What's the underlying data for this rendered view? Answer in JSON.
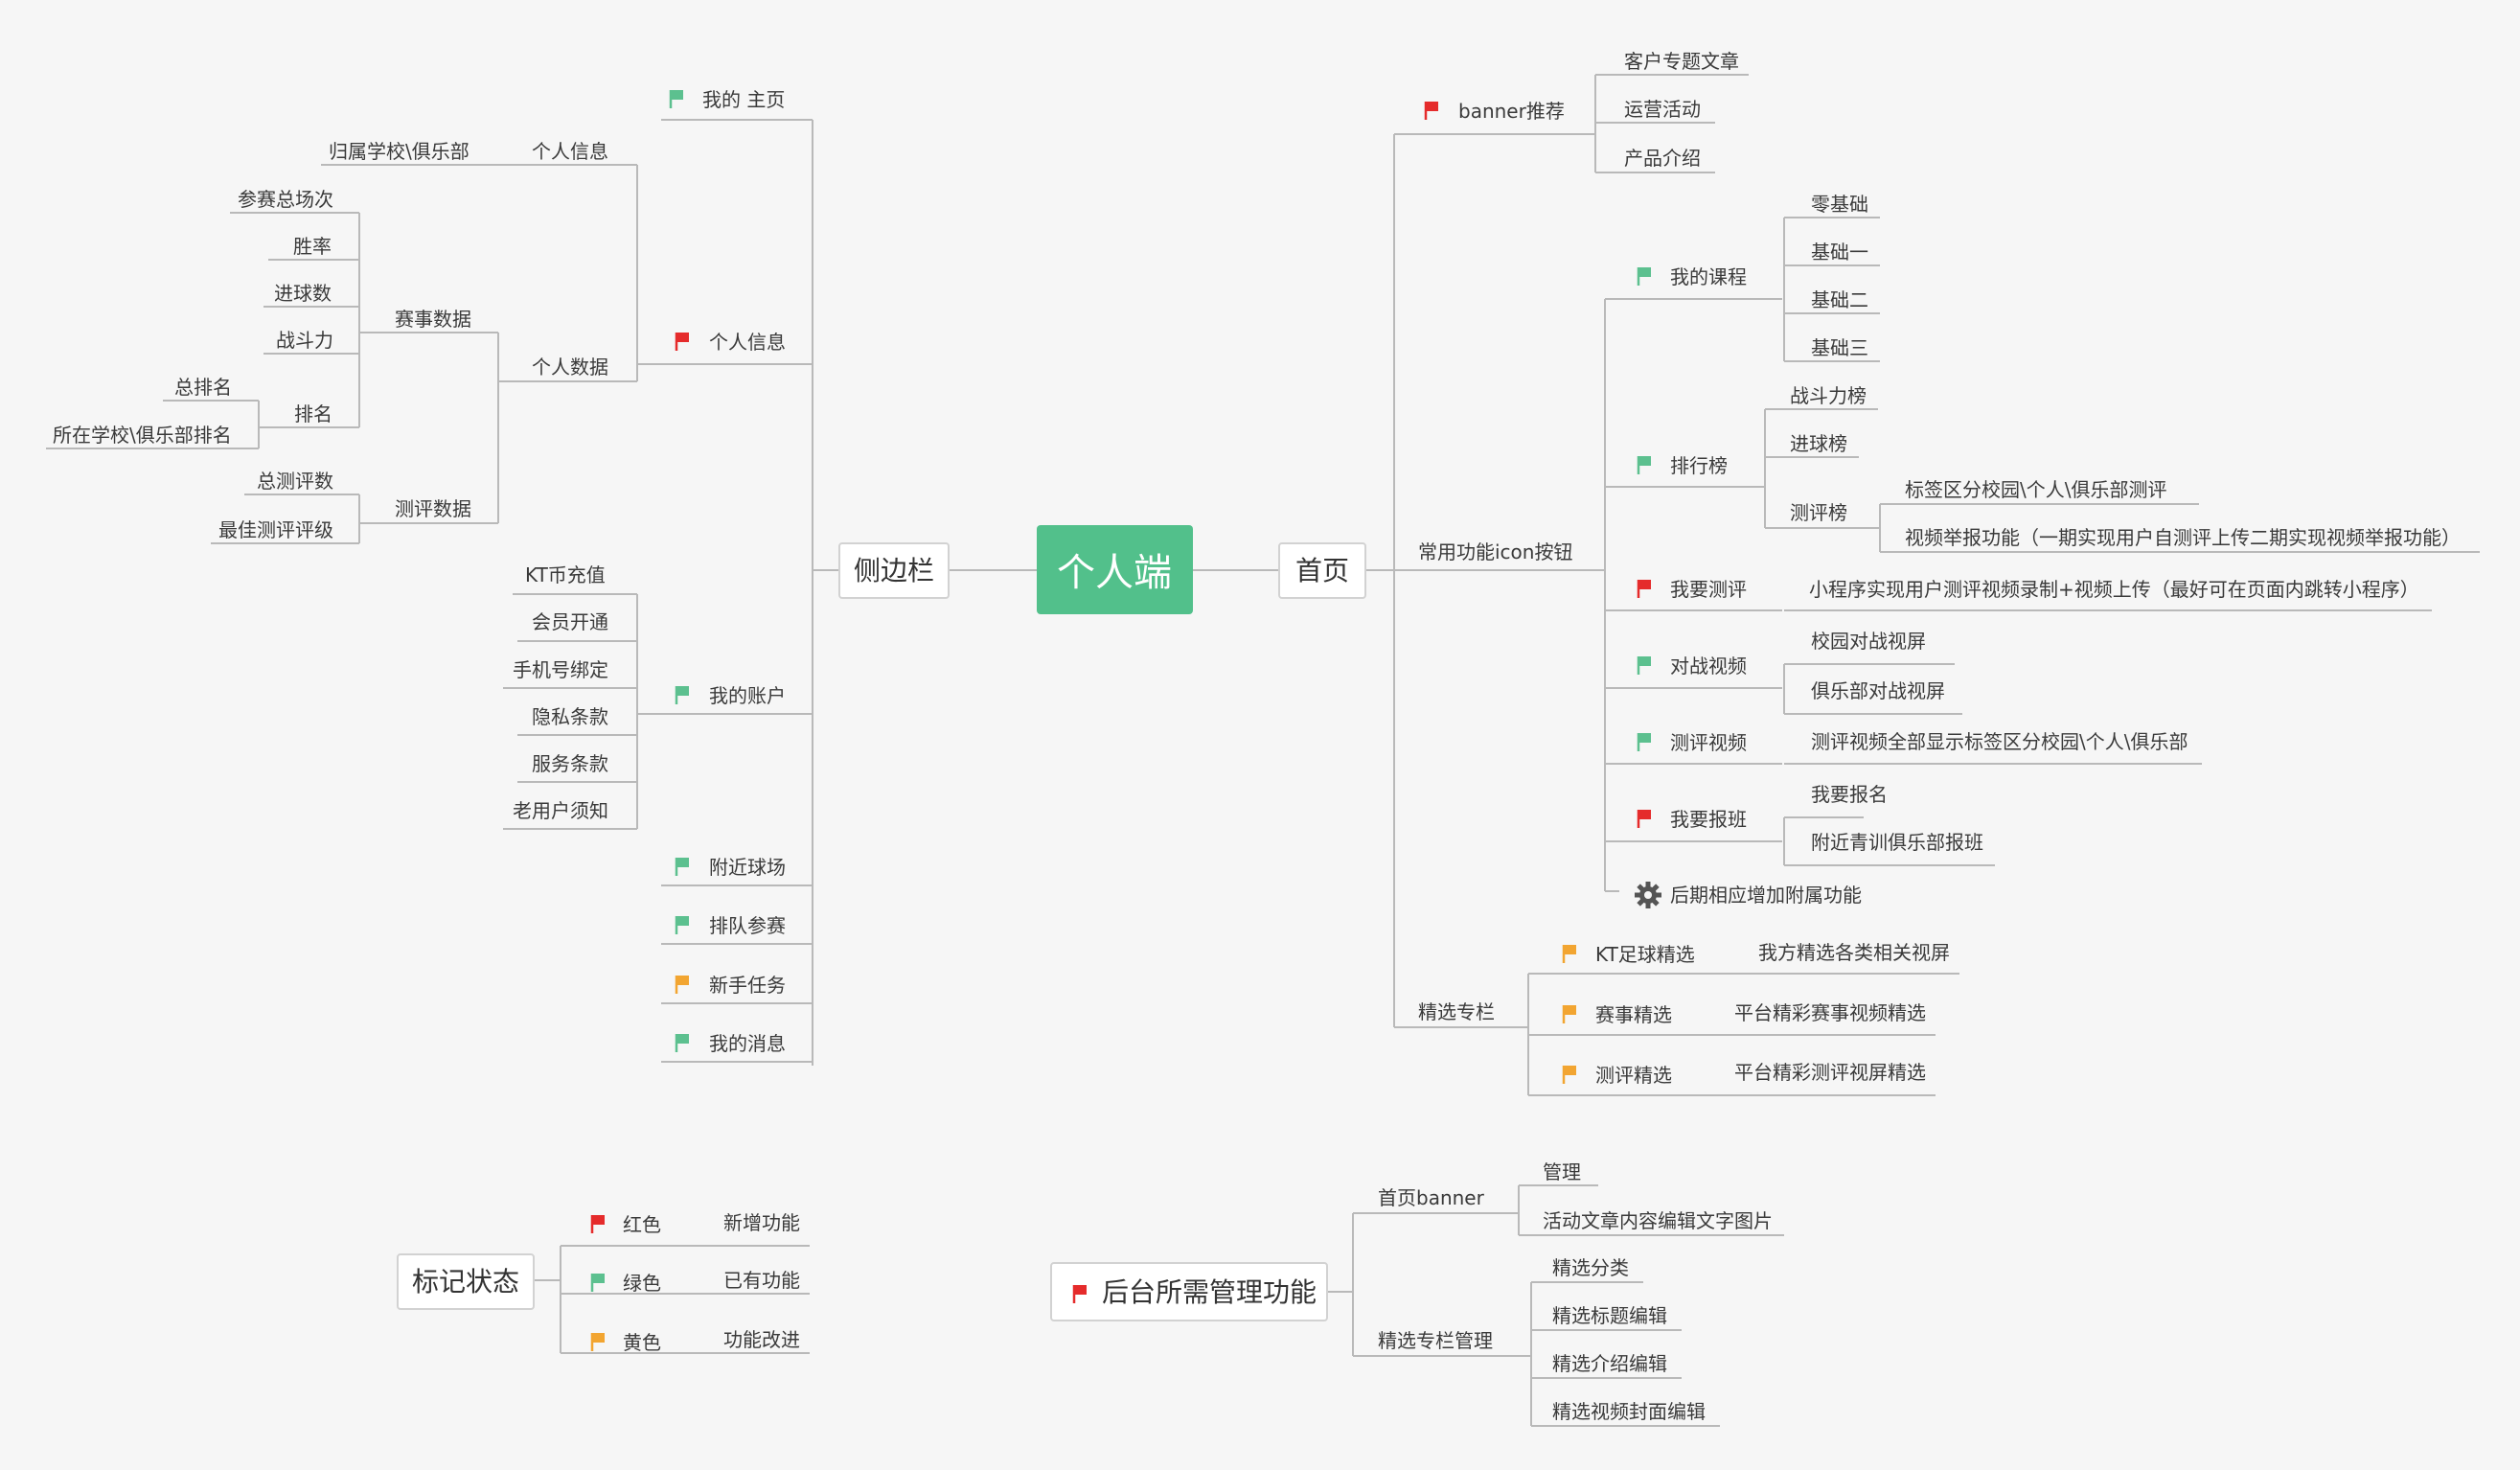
{
  "colors": {
    "background": "#f6f6f6",
    "line": "#b9b9b9",
    "center": "#52c08b",
    "red": "#e52b2b",
    "green": "#5cc08f",
    "yellow": "#f2a531",
    "gear": "#555555"
  },
  "center": {
    "label": "个人端"
  },
  "sidebar": {
    "label": "侧边栏",
    "my_home": {
      "label": "我的 主页",
      "flag": "green"
    },
    "personal_info": {
      "label": "个人信息",
      "flag": "red",
      "info": {
        "label": "个人信息",
        "school": "归属学校\\俱乐部"
      },
      "data": {
        "label": "个人数据",
        "match": {
          "label": "赛事数据",
          "items": [
            "参赛总场次",
            "胜率",
            "进球数",
            "战斗力"
          ],
          "rank": {
            "label": "排名",
            "items": [
              "总排名",
              "所在学校\\俱乐部排名"
            ]
          }
        },
        "eval": {
          "label": "测评数据",
          "items": [
            "总测评数",
            "最佳测评评级"
          ]
        }
      }
    },
    "account": {
      "label": "我的账户",
      "flag": "green",
      "items": [
        "KT币充值",
        "会员开通",
        "手机号绑定",
        "隐私条款",
        "服务条款",
        "老用户须知"
      ]
    },
    "nearby": {
      "label": "附近球场",
      "flag": "green"
    },
    "queue": {
      "label": "排队参赛",
      "flag": "green"
    },
    "newbie": {
      "label": "新手任务",
      "flag": "yellow"
    },
    "messages": {
      "label": "我的消息",
      "flag": "green"
    }
  },
  "home": {
    "label": "首页",
    "banner": {
      "label": "banner推荐",
      "flag": "red",
      "items": [
        "客户专题文章",
        "运营活动",
        "产品介绍"
      ]
    },
    "icons": {
      "label": "常用功能icon按钮",
      "courses": {
        "label": "我的课程",
        "flag": "green",
        "items": [
          "零基础",
          "基础一",
          "基础二",
          "基础三"
        ]
      },
      "ranking": {
        "label": "排行榜",
        "flag": "green",
        "items": [
          "战斗力榜",
          "进球榜"
        ],
        "eval": {
          "label": "测评榜",
          "items": [
            "标签区分校园\\个人\\俱乐部测评",
            "视频举报功能（一期实现用户自测评上传二期实现视频举报功能）"
          ]
        }
      },
      "my_eval": {
        "label": "我要测评",
        "flag": "red",
        "detail": "小程序实现用户测评视频录制+视频上传（最好可在页面内跳转小程序）"
      },
      "battle_video": {
        "label": "对战视频",
        "flag": "green",
        "items": [
          "校园对战视屏",
          "俱乐部对战视屏"
        ]
      },
      "eval_video": {
        "label": "测评视频",
        "flag": "green",
        "detail": "测评视频全部显示标签区分校园\\个人\\俱乐部"
      },
      "enroll": {
        "label": "我要报班",
        "flag": "red",
        "items": [
          "我要报名",
          "附近青训俱乐部报班"
        ]
      },
      "future": {
        "label": "后期相应增加附属功能",
        "icon": "gear-icon"
      }
    },
    "featured": {
      "label": "精选专栏",
      "items": [
        {
          "label": "KT足球精选",
          "flag": "yellow",
          "detail": "我方精选各类相关视屏"
        },
        {
          "label": "赛事精选",
          "flag": "yellow",
          "detail": "平台精彩赛事视频精选"
        },
        {
          "label": "测评精选",
          "flag": "yellow",
          "detail": "平台精彩测评视屏精选"
        }
      ]
    }
  },
  "legend": {
    "label": "标记状态",
    "items": [
      {
        "label": "红色",
        "flag": "red",
        "meaning": "新增功能"
      },
      {
        "label": "绿色",
        "flag": "green",
        "meaning": "已有功能"
      },
      {
        "label": "黄色",
        "flag": "yellow",
        "meaning": "功能改进"
      }
    ]
  },
  "backend": {
    "label": "后台所需管理功能",
    "flag": "red",
    "banner": {
      "label": "首页banner",
      "items": [
        "管理",
        "活动文章内容编辑文字图片"
      ]
    },
    "featured": {
      "label": "精选专栏管理",
      "items": [
        "精选分类",
        "精选标题编辑",
        "精选介绍编辑",
        "精选视频封面编辑"
      ]
    }
  }
}
